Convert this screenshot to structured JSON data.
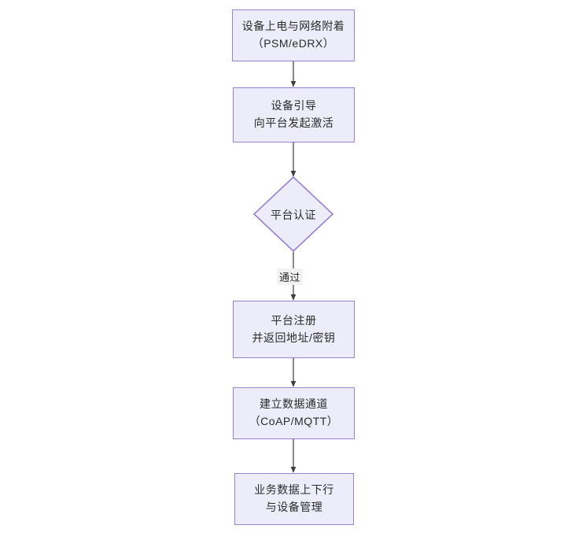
{
  "diagram": {
    "type": "flowchart",
    "direction": "top-to-bottom",
    "background_color": "#ffffff",
    "node_fill_color": "#ececfb",
    "node_border_color": "#9a7fd4",
    "text_color": "#2b2b2b",
    "edge_color": "#3c3c3c",
    "nodes": [
      {
        "id": "n1",
        "shape": "rectangle",
        "label": "设备上电与网络附着\n（PSM/eDRX）"
      },
      {
        "id": "n2",
        "shape": "rectangle",
        "label": "设备引导\n向平台发起激活"
      },
      {
        "id": "n3",
        "shape": "diamond",
        "label": "平台认证"
      },
      {
        "id": "n4",
        "shape": "rectangle",
        "label": "平台注册\n并返回地址/密钥"
      },
      {
        "id": "n5",
        "shape": "rectangle",
        "label": "建立数据通道\n（CoAP/MQTT）"
      },
      {
        "id": "n6",
        "shape": "rectangle",
        "label": "业务数据上下行\n与设备管理"
      }
    ],
    "edges": [
      {
        "from": "n1",
        "to": "n2",
        "label": ""
      },
      {
        "from": "n2",
        "to": "n3",
        "label": ""
      },
      {
        "from": "n3",
        "to": "n4",
        "label": "通过"
      },
      {
        "from": "n4",
        "to": "n5",
        "label": ""
      },
      {
        "from": "n5",
        "to": "n6",
        "label": ""
      }
    ]
  }
}
